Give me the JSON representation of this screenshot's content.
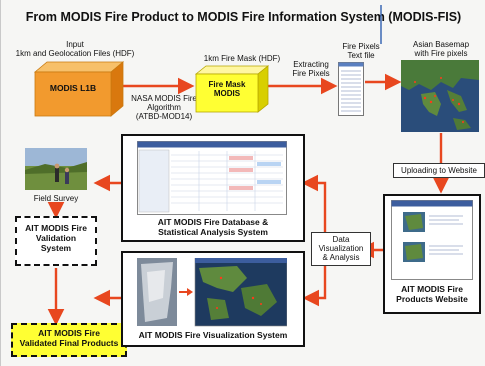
{
  "title": "From MODIS Fire Product to MODIS Fire Information System (MODIS-FIS)",
  "input_label": "Input\n1km and Geolocation Files (HDF)",
  "modis_l1b": "MODIS L1B",
  "algorithm_label": "NASA MODIS Fire\nAlgorithm\n(ATBD-MOD14)",
  "fire_mask_label": "1km Fire Mask (HDF)",
  "fire_mask_box": "Fire Mask\nMODIS",
  "extracting_label": "Extracting\nFire Pixels",
  "fire_pixels_label": "Fire Pixels\nText file",
  "basemap_label": "Asian Basemap\nwith Fire pixels",
  "uploading_label": "Uploading to Website",
  "field_survey_label": "Field Survey",
  "validation_box": "AIT MODIS Fire\nValidation\nSystem",
  "validated_box": "AIT MODIS Fire\nValidated Final Products",
  "database_label": "AIT MODIS Fire Database &\nStatistical Analysis System",
  "visualization_label": "AIT MODIS Fire Visualization System",
  "data_vis_label": "Data\nVisualization\n& Analysis",
  "website_label": "AIT MODIS Fire\nProducts Website",
  "colors": {
    "accent_red": "#e8471f",
    "orange": "#f29a2e",
    "yellow": "#ffff33",
    "page": "#f6f6f4"
  }
}
